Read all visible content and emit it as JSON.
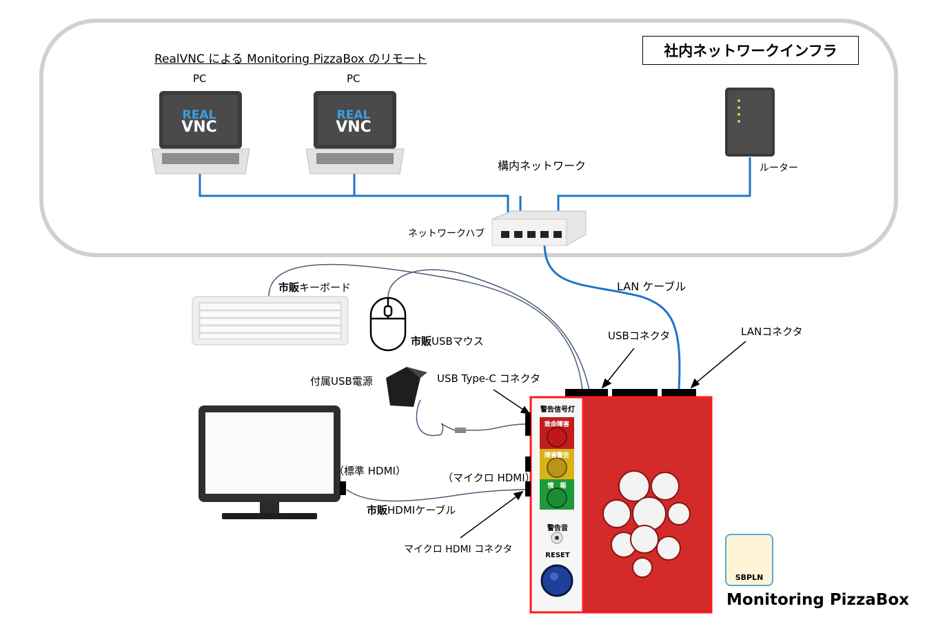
{
  "infra_title": "社内ネットワークインフラ",
  "remote_title": "RealVNC による Monitoring PizzaBox のリモート",
  "pc1_label": "PC",
  "pc2_label": "PC",
  "vnc_line1": "REAL",
  "vnc_line2": "VNC",
  "campus_network": "構内ネットワーク",
  "router": "ルーター",
  "hub": "ネットワークハブ",
  "lan_cable": "LAN ケーブル",
  "keyboard_bold": "市販",
  "keyboard_rest": "キーボード",
  "mouse_bold": "市販",
  "mouse_rest": "USBマウス",
  "usb_connector": "USBコネクタ",
  "lan_connector": "LANコネクタ",
  "power": "付属USB電源",
  "typec": "USB Type-C コネクタ",
  "std_hdmi": "（標準 HDMI）",
  "micro_hdmi": "（マイクロ HDMI）",
  "hdmi_cable_bold": "市販",
  "hdmi_cable_rest": "HDMIケーブル",
  "micro_hdmi_connector": "マイクロ HDMI コネクタ",
  "panel": {
    "title": "警告信号灯",
    "lamp_red": "致命障害",
    "lamp_yellow": "障害警告",
    "lamp_green": "情　報",
    "buzzer": "警告音",
    "reset": "RESET"
  },
  "logo_text": "SBPLN",
  "product_name": "Monitoring PizzaBox",
  "colors": {
    "cable_blue": "#1f74c8",
    "case_red": "#d42a2a",
    "lamp_red": "#c01818",
    "lamp_yellow": "#d6b21a",
    "lamp_green": "#1f9a3a"
  }
}
